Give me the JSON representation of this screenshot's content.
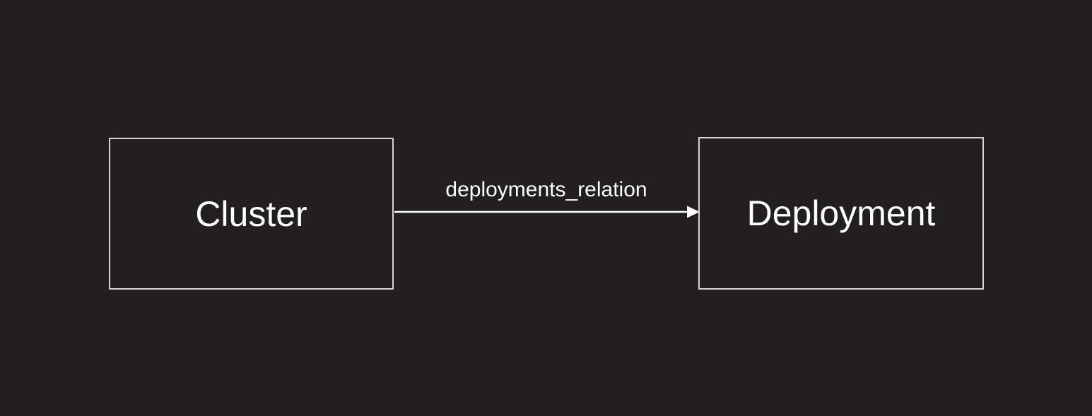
{
  "diagram": {
    "colors": {
      "background": "#221f1e",
      "node_border": "#d6d4d3",
      "text": "#ffffff",
      "arrow": "#ffffff"
    },
    "nodes": [
      {
        "id": "cluster",
        "label": "Cluster"
      },
      {
        "id": "deployment",
        "label": "Deployment"
      }
    ],
    "edges": [
      {
        "from": "cluster",
        "to": "deployment",
        "label": "deployments_relation"
      }
    ]
  }
}
